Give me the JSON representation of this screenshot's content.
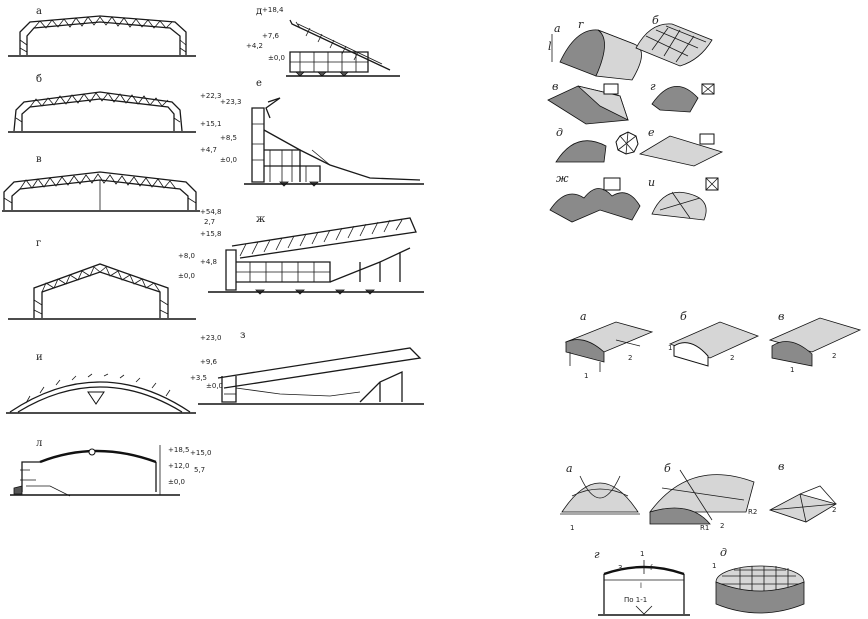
{
  "left_panel": {
    "frames": [
      {
        "letter": "а"
      },
      {
        "letter": "б"
      },
      {
        "letter": "в"
      },
      {
        "letter": "г"
      },
      {
        "letter": "и"
      },
      {
        "letter": "л",
        "marks": [
          "+18,5",
          "+15,0",
          "+12,0",
          "5,7",
          "±0,0"
        ]
      }
    ],
    "stands": [
      {
        "letter": "д",
        "marks": [
          "+18,4",
          "+7,6",
          "+4,2",
          "±0,0"
        ]
      },
      {
        "letter": "е",
        "marks": [
          "+22,3",
          "+23,3",
          "+15,1",
          "+8,5",
          "+4,7",
          "±0,0"
        ]
      },
      {
        "letter": "ж",
        "marks": [
          "+54,8",
          "2,7",
          "+15,8",
          "+8,0",
          "±0,0",
          "+4,8"
        ]
      },
      {
        "letter": "з",
        "marks": [
          "+23,0",
          "+9,6",
          "+3,5",
          "±0,0"
        ]
      }
    ]
  },
  "right_panel": {
    "shells_top": {
      "letters": [
        "а",
        "б",
        "в",
        "г",
        "д",
        "е",
        "ж",
        "и"
      ],
      "dimensions": [
        "l",
        "r"
      ]
    },
    "vaults_middle": {
      "letters": [
        "а",
        "б",
        "в"
      ],
      "callouts": [
        "1",
        "2"
      ]
    },
    "domes_bottom": {
      "letters": [
        "а",
        "б",
        "в",
        "г",
        "д"
      ],
      "callouts": [
        "1",
        "2",
        "3",
        "R1",
        "R2",
        "1",
        "1",
        "1",
        "l",
        "f"
      ],
      "section_label": "По 1-1"
    }
  }
}
